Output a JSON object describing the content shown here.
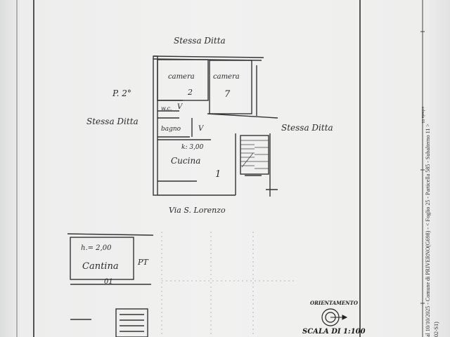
{
  "plan": {
    "top_neighbor": "Stessa Ditta",
    "floor": "P. 2°",
    "left_neighbor": "Stessa Ditta",
    "right_neighbor": "Stessa Ditta",
    "room_1": "camera",
    "room_2": "camera",
    "wc": "w.c.",
    "bath": "bagno",
    "height": "k: 3,00",
    "kitchen": "Cucina",
    "street": "Via S. Lorenzo",
    "mark_1": "2",
    "mark_2": "7",
    "mark_3": "V",
    "mark_4": "V",
    "mark_5": "1"
  },
  "cellar": {
    "height": "h.= 2,00",
    "label": "Cantina",
    "floor": "PT",
    "mark": "01"
  },
  "orientation": {
    "title": "ORIENTAMENTO",
    "scale": "SCALA DI 1:100"
  },
  "margin": {
    "footer": "al 10/10/2025 - Comune di PRIVERNO(G698) - < Foglio 25 - Particella 585 - Subalterno 11 >",
    "footer_2": "02-S1)",
    "sheet": "scheda 01"
  }
}
